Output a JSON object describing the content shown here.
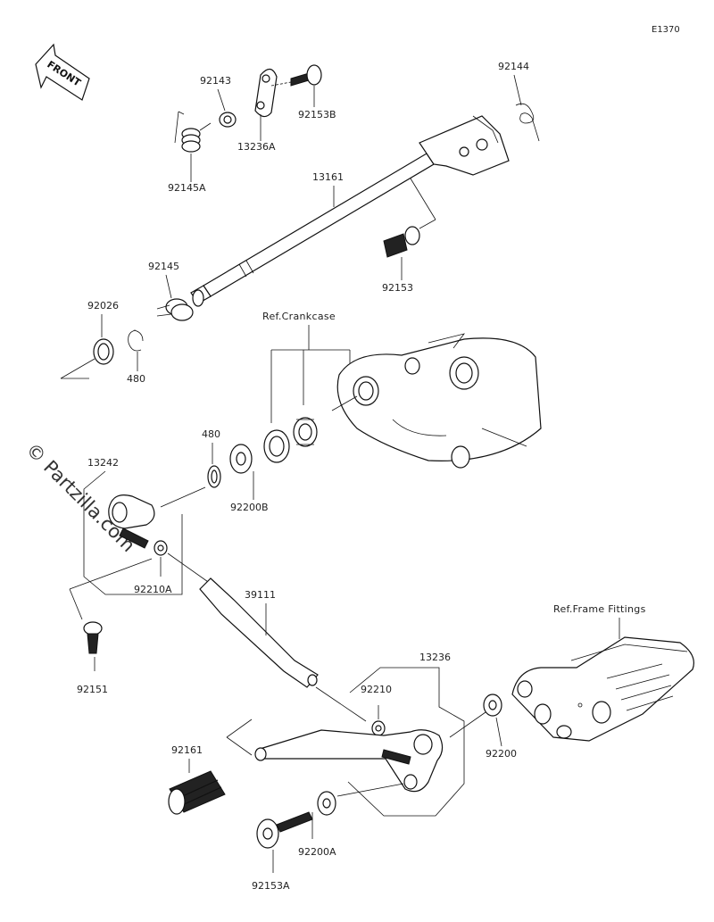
{
  "diagram": {
    "code": "E1370",
    "watermark": "© Partzilla.com",
    "front_label": "FRONT",
    "references": [
      {
        "id": "ref-crankcase",
        "text": "Ref.Crankcase"
      },
      {
        "id": "ref-frame",
        "text": "Ref.Frame Fittings"
      }
    ],
    "labels": {
      "p92143": "92143",
      "p13236A": "13236A",
      "p92153B": "92153B",
      "p92144": "92144",
      "p92145A": "92145A",
      "p13161": "13161",
      "p92153": "92153",
      "p92145": "92145",
      "p92026": "92026",
      "p480a": "480",
      "p480b": "480",
      "p13242": "13242",
      "p92200B": "92200B",
      "p92210A": "92210A",
      "p39111": "39111",
      "p92151": "92151",
      "p13236": "13236",
      "p92210": "92210",
      "p92200": "92200",
      "p92161": "92161",
      "p92200A": "92200A",
      "p92153A": "92153A"
    }
  }
}
